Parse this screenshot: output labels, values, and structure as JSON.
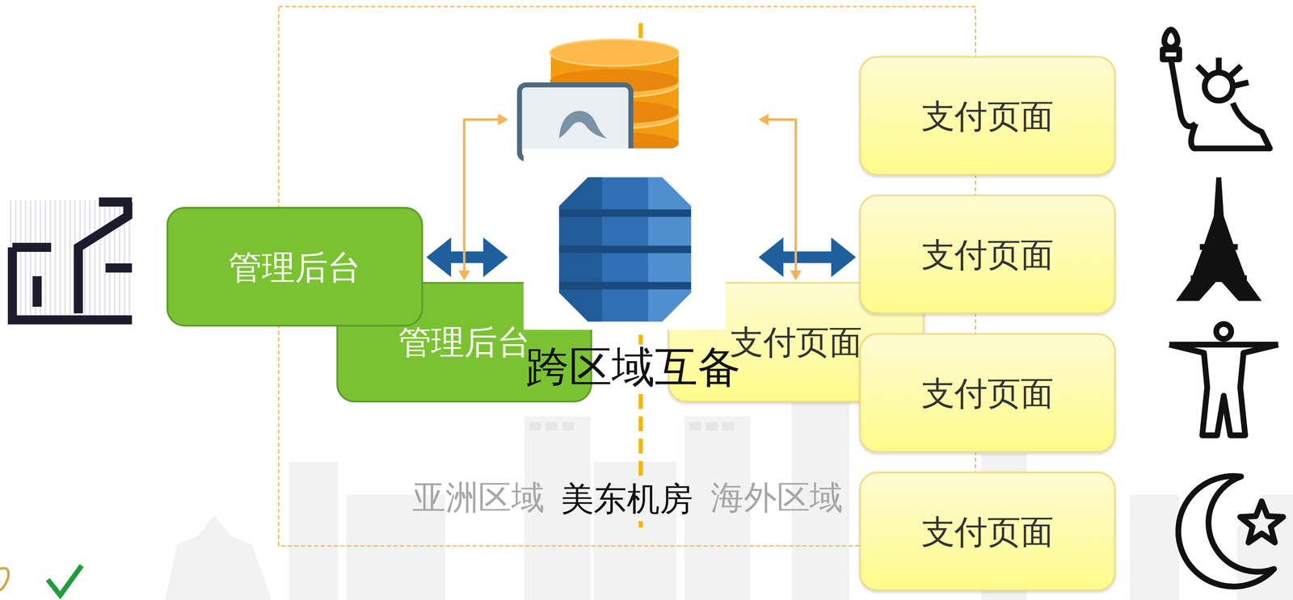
{
  "diagram": {
    "nodes": [
      {
        "text": [
          "管理后台"
        ]
      },
      {
        "text": [
          "管理后台"
        ]
      },
      {
        "text": [
          "跨区域互备"
        ]
      },
      {
        "text": [
          "支付页面"
        ]
      },
      {
        "text": [
          "支付页面"
        ]
      },
      {
        "text": [
          "支付页面"
        ]
      },
      {
        "text": [
          "支付页面"
        ]
      },
      {
        "text": [
          "支付页面"
        ]
      }
    ],
    "edges": [
      {
        "from": 0,
        "to": 2,
        "arrow": "both"
      },
      {
        "from": 2,
        "to": 5,
        "arrow": "both"
      },
      {
        "from": 1,
        "to": 2,
        "arrow": "both"
      },
      {
        "from": 3,
        "to": 2,
        "arrow": "both"
      }
    ],
    "labels": [
      "亚洲区域",
      "美东机房",
      "海外区域"
    ]
  }
}
